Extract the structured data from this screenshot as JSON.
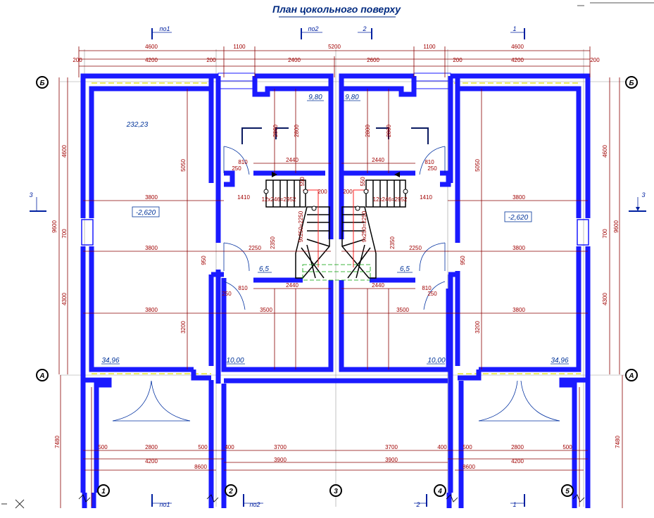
{
  "title": "План цокольного поверху",
  "axes": {
    "row_top": "Б",
    "row_mid": "А",
    "cols": [
      "1",
      "2",
      "3",
      "4",
      "5"
    ]
  },
  "sections": {
    "c1": "1",
    "c2": "2",
    "c3": "3",
    "p1": "по1",
    "p2": "по2"
  },
  "rooms": {
    "left_big_area": "232,23",
    "left_level": "-2,620",
    "right_level": "-2,620",
    "stair_left_area": "9,80",
    "stair_right_area": "9,80",
    "hall_left_area": "6,5",
    "hall_right_area": "6,5",
    "room_left_lower": "10,00",
    "room_right_lower": "10,00",
    "porch_left": "34,96",
    "porch_right": "34,96"
  },
  "dims": {
    "top_total_left": "4600",
    "top_total_mid": "5200",
    "top_total_right": "4600",
    "top_1100a": "1100",
    "top_1100b": "1100",
    "top_4200a": "4200",
    "top_4200b": "4200",
    "top_200a": "200",
    "top_200b": "200",
    "top_200c": "200",
    "top_200d": "200",
    "top_2400": "2400",
    "top_2600": "2600",
    "left_9600": "9600",
    "right_9600": "9600",
    "left_4600": "4600",
    "right_4600": "4600",
    "left_4300": "4300",
    "right_4300": "4300",
    "left_7480": "7480",
    "right_7480": "7480",
    "r_3800a": "3800",
    "r_3800b": "3800",
    "r_3800c": "3800",
    "r_3800d": "3800",
    "r_3800e": "3800",
    "r_3800f": "3800",
    "r_2440a": "2440",
    "r_2440b": "2440",
    "r_2440c": "2440",
    "r_2440d": "2440",
    "r_3500a": "3500",
    "r_3500b": "3500",
    "r_2250a": "2250",
    "r_2250b": "2250",
    "r_5050a": "5050",
    "r_5050b": "5050",
    "r_3200a": "3200",
    "r_3200b": "3200",
    "b_2800a": "2800",
    "b_2800b": "2800",
    "b_3700a": "3700",
    "b_3700b": "3700",
    "b_4200a": "4200",
    "b_4200b": "4200",
    "b_3900a": "3900",
    "b_3900b": "3900",
    "b_8600a": "8600",
    "b_8600b": "8600",
    "b_500a": "500",
    "b_500b": "500",
    "b_500c": "500",
    "b_500d": "500",
    "b_400a": "400",
    "b_400b": "400",
    "s_2860a": "2860",
    "s_2860b": "2860",
    "s_2800a": "2800",
    "s_2800b": "2800",
    "d_810a": "810",
    "d_810b": "810",
    "d_810c": "810",
    "d_810d": "810",
    "d_250a": "250",
    "d_250b": "250",
    "d_250c": "250",
    "d_250d": "250",
    "st_a": "12x246=2952",
    "st_b": "12x246=2952",
    "st_c": "9x250=2250",
    "st_d": "9x250=2250",
    "m_1410a": "1410",
    "m_1410b": "1410",
    "m_550a": "550",
    "m_550b": "550",
    "m_2350a": "2350",
    "m_2350b": "2350",
    "m_950a": "950",
    "m_950b": "950",
    "m_200a": "200",
    "m_200b": "200",
    "m_700a": "700",
    "m_700b": "700"
  }
}
